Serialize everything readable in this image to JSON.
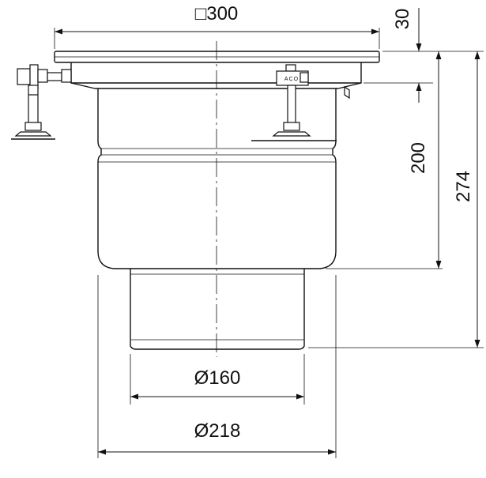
{
  "dimensions": {
    "top_width": "□300",
    "flange_height": "30",
    "body_height": "200",
    "total_height": "274",
    "outlet_diameter": "Ø160",
    "body_diameter": "Ø218"
  },
  "brand_label": "ACO"
}
